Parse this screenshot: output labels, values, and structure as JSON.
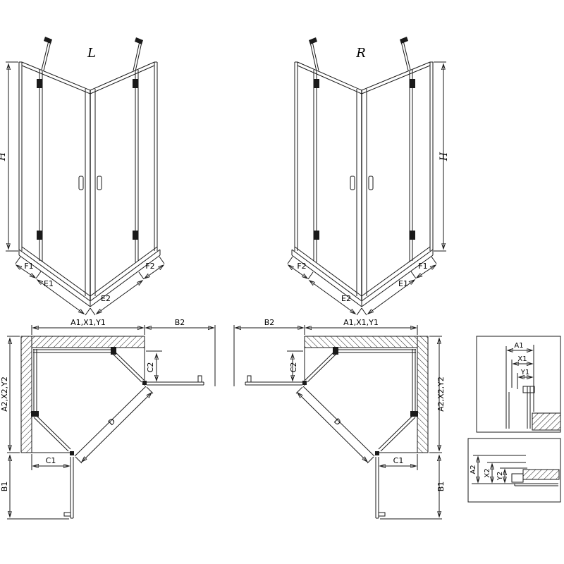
{
  "elevation_left": {
    "variant": "L",
    "height_dim": "H",
    "dims": [
      "F1",
      "E1",
      "E2",
      "F2"
    ]
  },
  "elevation_right": {
    "variant": "R",
    "height_dim": "H",
    "dims": [
      "F2",
      "E2",
      "E1",
      "F1"
    ]
  },
  "plan_left": {
    "top_width": "A1,X1,Y1",
    "open_width": "B2",
    "recess": "C2",
    "side_depth": "A2,X2,Y2",
    "fixed": "C1",
    "open_depth": "B1",
    "diagonal": "D"
  },
  "plan_right": {
    "top_width": "A1,X1,Y1",
    "open_width": "B2",
    "recess": "C2",
    "side_depth": "A2,X2,Y2",
    "fixed": "C1",
    "open_depth": "B1",
    "diagonal": "D"
  },
  "detail_top": {
    "dims": [
      "A1",
      "X1",
      "Y1"
    ]
  },
  "detail_bottom": {
    "dims": [
      "A2",
      "X2",
      "Y2"
    ]
  }
}
